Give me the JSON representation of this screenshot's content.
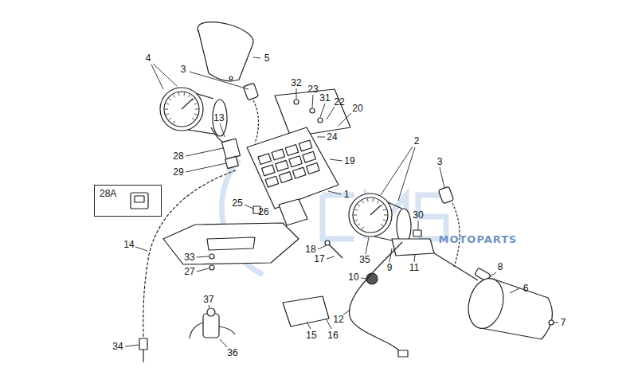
{
  "diagram": {
    "nodes": [
      {
        "text": [
          "28A"
        ]
      }
    ],
    "labels": [
      "4",
      "3",
      "5",
      "32",
      "23",
      "31",
      "22",
      "20",
      "13",
      "24",
      "19",
      "2",
      "3",
      "1",
      "28",
      "29",
      "25",
      "26",
      "30",
      "14",
      "18",
      "17",
      "35",
      "9",
      "11",
      "33",
      "27",
      "8",
      "6",
      "10",
      "12",
      "7",
      "37",
      "15",
      "16",
      "36",
      "34",
      "MOTOPARTS"
    ]
  }
}
